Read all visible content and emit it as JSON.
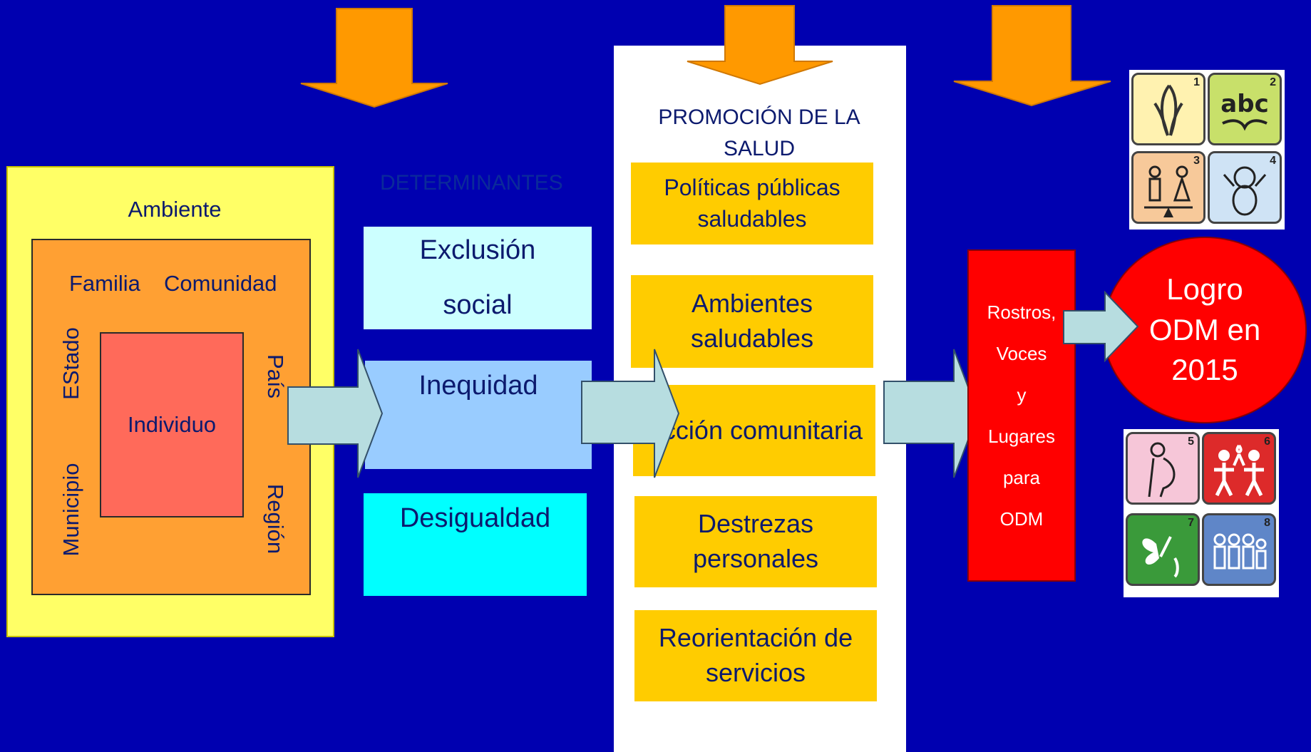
{
  "left_diagram": {
    "ambiente": "Ambiente",
    "familia": "Familia",
    "comunidad": "Comunidad",
    "estado": "EStado",
    "municipio": "Municipio",
    "pais": "País",
    "region": "Región",
    "individuo": "Individuo"
  },
  "determinantes": {
    "title": "DETERMINANTES",
    "items": [
      "Exclusión social",
      "Inequidad",
      "Desigualdad"
    ],
    "exclusion_line1": "Exclusión",
    "exclusion_line2": "social"
  },
  "promocion": {
    "title": "PROMOCIÓN DE LA SALUD",
    "items": [
      "Políticas públicas saludables",
      "Ambientes saludables",
      "Acción comunitaria",
      "Destrezas personales",
      "Reorientación de servicios"
    ]
  },
  "rostros": {
    "lines": [
      "Rostros,",
      "Voces",
      "y",
      "Lugares",
      "para",
      "ODM"
    ]
  },
  "logro": {
    "line1": "Logro",
    "line2": "ODM en",
    "line3": "2015"
  },
  "odm_icons": [
    {
      "num": "1",
      "icon": "corn-icon",
      "color": "#fff2b0"
    },
    {
      "num": "2",
      "icon": "abc-book-icon",
      "color": "#c8e06a"
    },
    {
      "num": "3",
      "icon": "gender-balance-icon",
      "color": "#f7c99a"
    },
    {
      "num": "4",
      "icon": "baby-icon",
      "color": "#cfe3f5"
    },
    {
      "num": "5",
      "icon": "pregnant-woman-icon",
      "color": "#f6c6d8"
    },
    {
      "num": "6",
      "icon": "ribbon-people-icon",
      "color": "#dd2a2a"
    },
    {
      "num": "7",
      "icon": "butterfly-plant-icon",
      "color": "#3a9a3a"
    },
    {
      "num": "8",
      "icon": "people-group-icon",
      "color": "#5f86c8"
    }
  ],
  "colors": {
    "background": "#0000b0",
    "arrow_orange": "#ff9900",
    "arrow_light": "#b7dde0",
    "promo_box": "#ffcc00",
    "rostros_box": "#ff0000",
    "text_navy": "#0c1a6e"
  }
}
